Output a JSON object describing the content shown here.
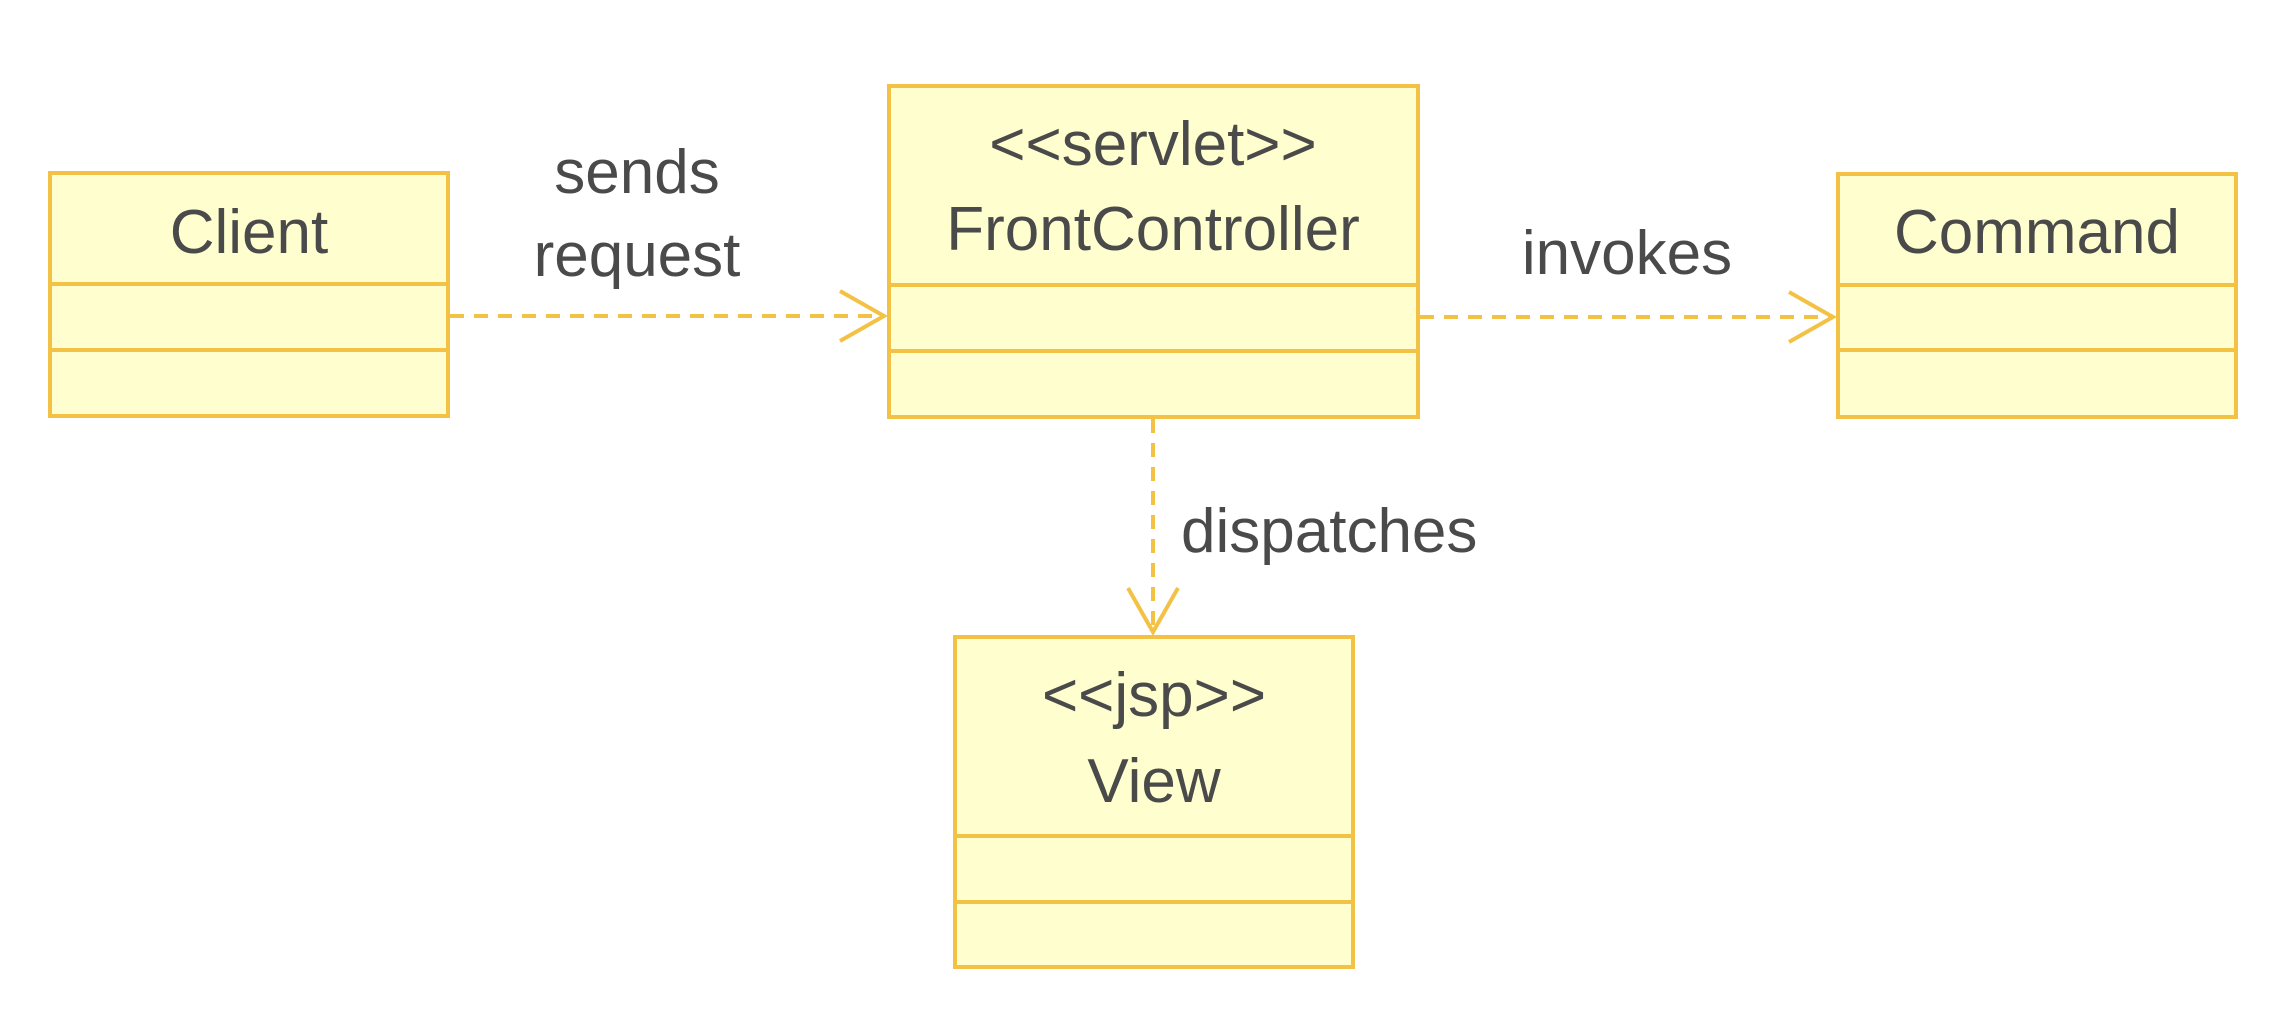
{
  "colors": {
    "class_fill": "#fefece",
    "class_border": "#f3c244",
    "arrow": "#f3c244",
    "text": "#4a4a4a"
  },
  "classes": {
    "client": {
      "name": "Client"
    },
    "front_controller": {
      "stereotype": "<<servlet>>",
      "name": "FrontController"
    },
    "command": {
      "name": "Command"
    },
    "view": {
      "stereotype": "<<jsp>>",
      "name": "View"
    }
  },
  "relations": {
    "sends_request": {
      "label_line1": "sends",
      "label_line2": "request"
    },
    "invokes": {
      "label": "invokes"
    },
    "dispatches": {
      "label": "dispatches"
    }
  }
}
